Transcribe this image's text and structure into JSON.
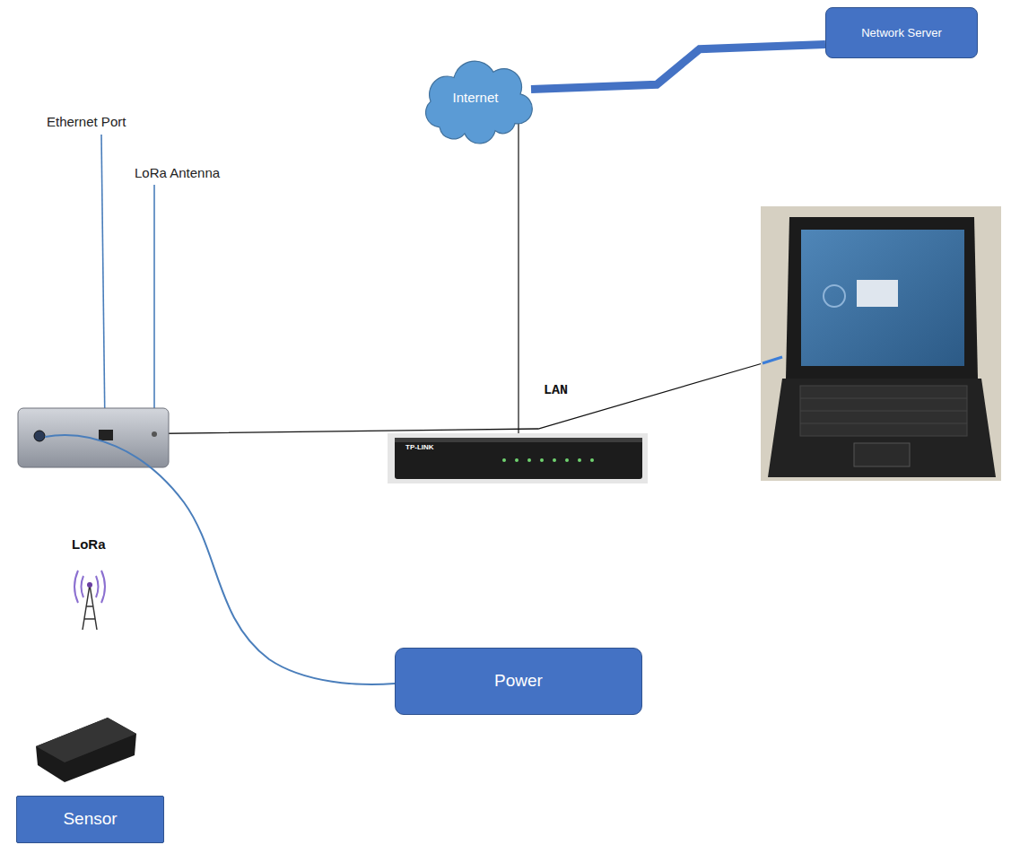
{
  "diagram": {
    "nodes": [
      {
        "text": [
          "Network Server"
        ]
      },
      {
        "text": [
          "Internet"
        ]
      },
      {
        "text": [
          "Power"
        ]
      },
      {
        "text": [
          "Sensor"
        ]
      }
    ],
    "edges": [
      {
        "from": 1,
        "to": 0,
        "arrow": "none"
      }
    ],
    "labels": [
      "Ethernet Port",
      "LoRa Antenna",
      "LAN",
      "TP-LINK",
      "LoRa"
    ]
  }
}
